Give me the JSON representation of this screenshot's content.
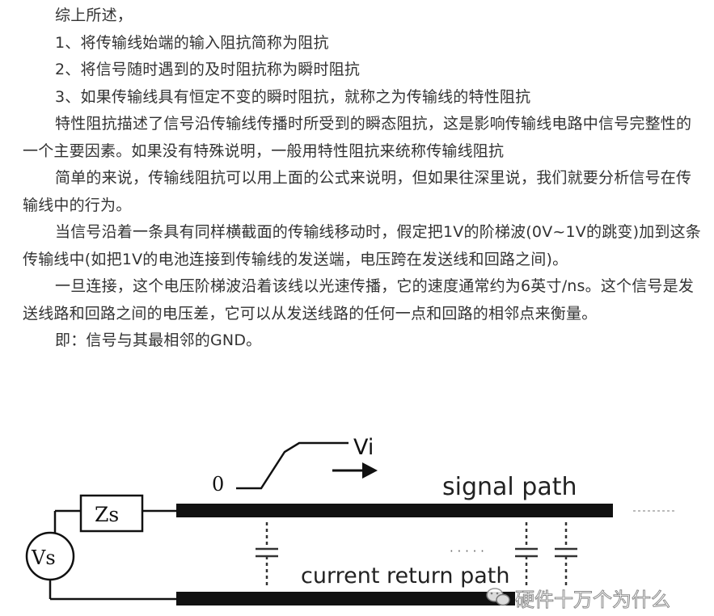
{
  "article": {
    "paragraphs": [
      "综上所述，",
      "1、将传输线始端的输入阻抗简称为阻抗",
      "2、将信号随时遇到的及时阻抗称为瞬时阻抗",
      "3、如果传输线具有恒定不变的瞬时阻抗，就称之为传输线的特性阻抗",
      "特性阻抗描述了信号沿传输线传播时所受到的瞬态阻抗，这是影响传输线电路中信号完整性的一个主要因素。如果没有特殊说明，一般用特性阻抗来统称传输线阻抗",
      "简单的来说，传输线阻抗可以用上面的公式来说明，但如果往深里说，我们就要分析信号在传输线中的行为。",
      "当信号沿着一条具有同样横截面的传输线移动时，假定把1V的阶梯波(0V~1V的跳变)加到这条传输线中(如把1V的电池连接到传输线的发送端，电压跨在发送线和回路之间)。",
      "一旦连接，这个电压阶梯波沿着该线以光速传播，它的速度通常约为6英寸/ns。这个信号是发送线路和回路之间的电压差，它可以从发送线路的任何一点和回路的相邻点来衡量。",
      "即：信号与其最相邻的GND。"
    ]
  },
  "figure": {
    "step_start_label": "0",
    "step_label": "Vi",
    "source_impedance_label": "Zs",
    "source_voltage_label": "Vs",
    "signal_path_label": "signal path",
    "return_path_label": "current return path",
    "ellipsis": "· · · · ·",
    "watermark_text": "硬件十万个为什么"
  }
}
